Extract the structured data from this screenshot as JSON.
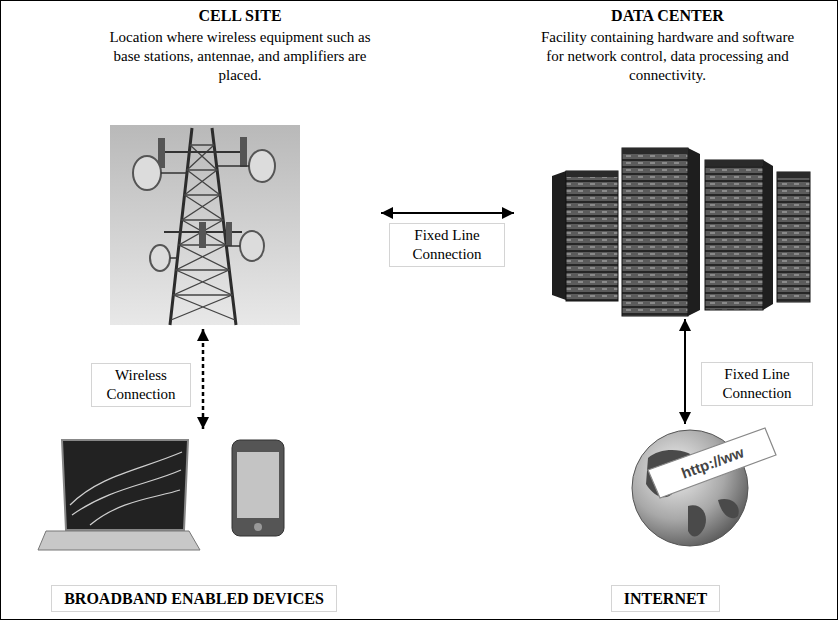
{
  "diagram": {
    "nodes": [
      {
        "text": [
          "CELL SITE",
          "Location where wireless equipment such as base stations, antennae, and amplifiers are placed."
        ]
      },
      {
        "text": [
          "DATA CENTER",
          "Facility containing hardware and software for network control, data processing and connectivity."
        ]
      },
      {
        "text": [
          "BROADBAND ENABLED DEVICES"
        ]
      },
      {
        "text": [
          "INTERNET"
        ]
      }
    ],
    "edges": [
      {
        "from": 0,
        "to": 1,
        "arrow": "both",
        "label": "Fixed Line Connection"
      },
      {
        "from": 0,
        "to": 2,
        "arrow": "both",
        "label": "Wireless Connection"
      },
      {
        "from": 1,
        "to": 3,
        "arrow": "both",
        "label": "Fixed Line Connection"
      }
    ],
    "labels": [
      "http://ww"
    ]
  }
}
